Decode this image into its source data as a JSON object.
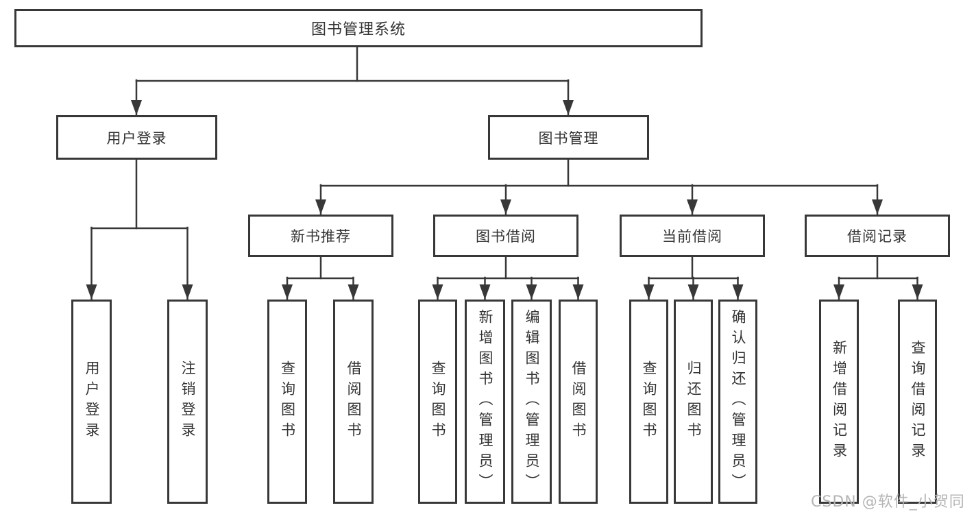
{
  "diagram": {
    "root": {
      "label": "图书管理系统"
    },
    "branches": {
      "user_login": {
        "label": "用户登录",
        "children": [
          "用户登录",
          "注销登录"
        ]
      },
      "book_management": {
        "label": "图书管理",
        "groups": {
          "new_book_recommend": {
            "label": "新书推荐",
            "children": [
              "查询图书",
              "借阅图书"
            ]
          },
          "book_borrow": {
            "label": "图书借阅",
            "children": [
              "查询图书",
              "新增图书（管理员）",
              "编辑图书（管理员）",
              "借阅图书"
            ]
          },
          "current_borrow": {
            "label": "当前借阅",
            "children": [
              "查询图书",
              "归还图书",
              "确认归还（管理员）"
            ]
          },
          "borrow_records": {
            "label": "借阅记录",
            "children": [
              "新增借阅记录",
              "查询借阅记录"
            ]
          }
        }
      }
    }
  },
  "watermark": {
    "text": "CSDN @软件_小贺同学"
  },
  "colors": {
    "line": "#383838",
    "text": "#333333",
    "box_fill": "#ffffff",
    "background": "#ffffff",
    "watermark": "#b5b5b5"
  }
}
